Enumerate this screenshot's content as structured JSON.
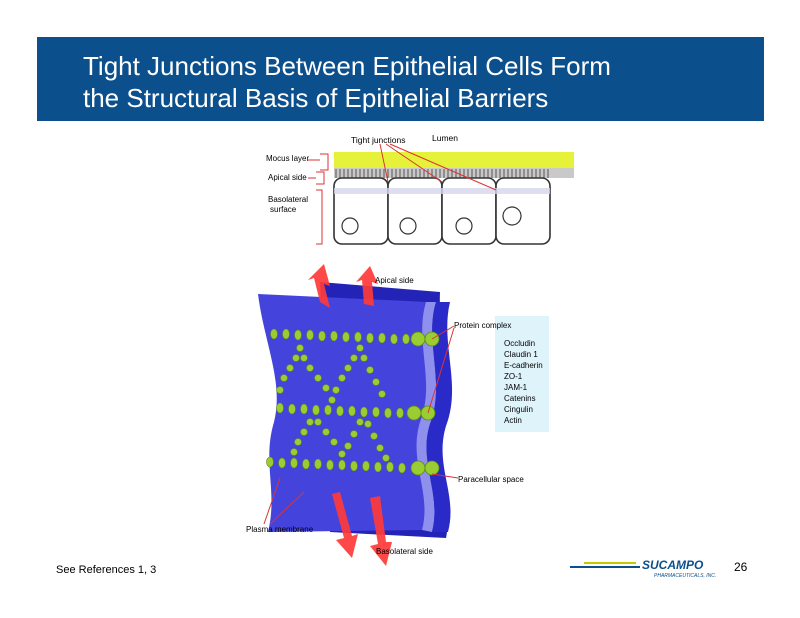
{
  "title": {
    "line1": "Tight Junctions Between Epithelial Cells Form",
    "line2": "the Structural Basis of Epithelial Barriers"
  },
  "top_diagram": {
    "lumen": "Lumen",
    "tight_junctions": "Tight junctions",
    "mucus_layer": "Mocus layer",
    "apical_side": "Apical side",
    "basolateral_line1": "Basolateral",
    "basolateral_line2": "surface"
  },
  "bottom_diagram": {
    "apical_side": "Apical side",
    "protein_complex": "Protein complex",
    "proteins": [
      "Occludin",
      "Claudin 1",
      "E-cadherin",
      "ZO-1",
      "JAM-1",
      "Catenins",
      "Cingulin",
      "Actin"
    ],
    "paracellular_space": "Paracellular space",
    "plasma_membrane": "Plasma membrane",
    "basolateral_side": "Basolateral side"
  },
  "footer": {
    "references": "See References 1, 3",
    "page_number": "26",
    "logo_name": "SUCAMPO",
    "logo_sub": "PHARMACEUTICALS, INC."
  },
  "colors": {
    "title_bg": "#0b4f8c",
    "membrane": "#3f3fd6",
    "bead": "#9acd32",
    "arrow": "#ff3a3a",
    "mucus": "#e6f23a",
    "protein_box": "#dff3fb"
  }
}
